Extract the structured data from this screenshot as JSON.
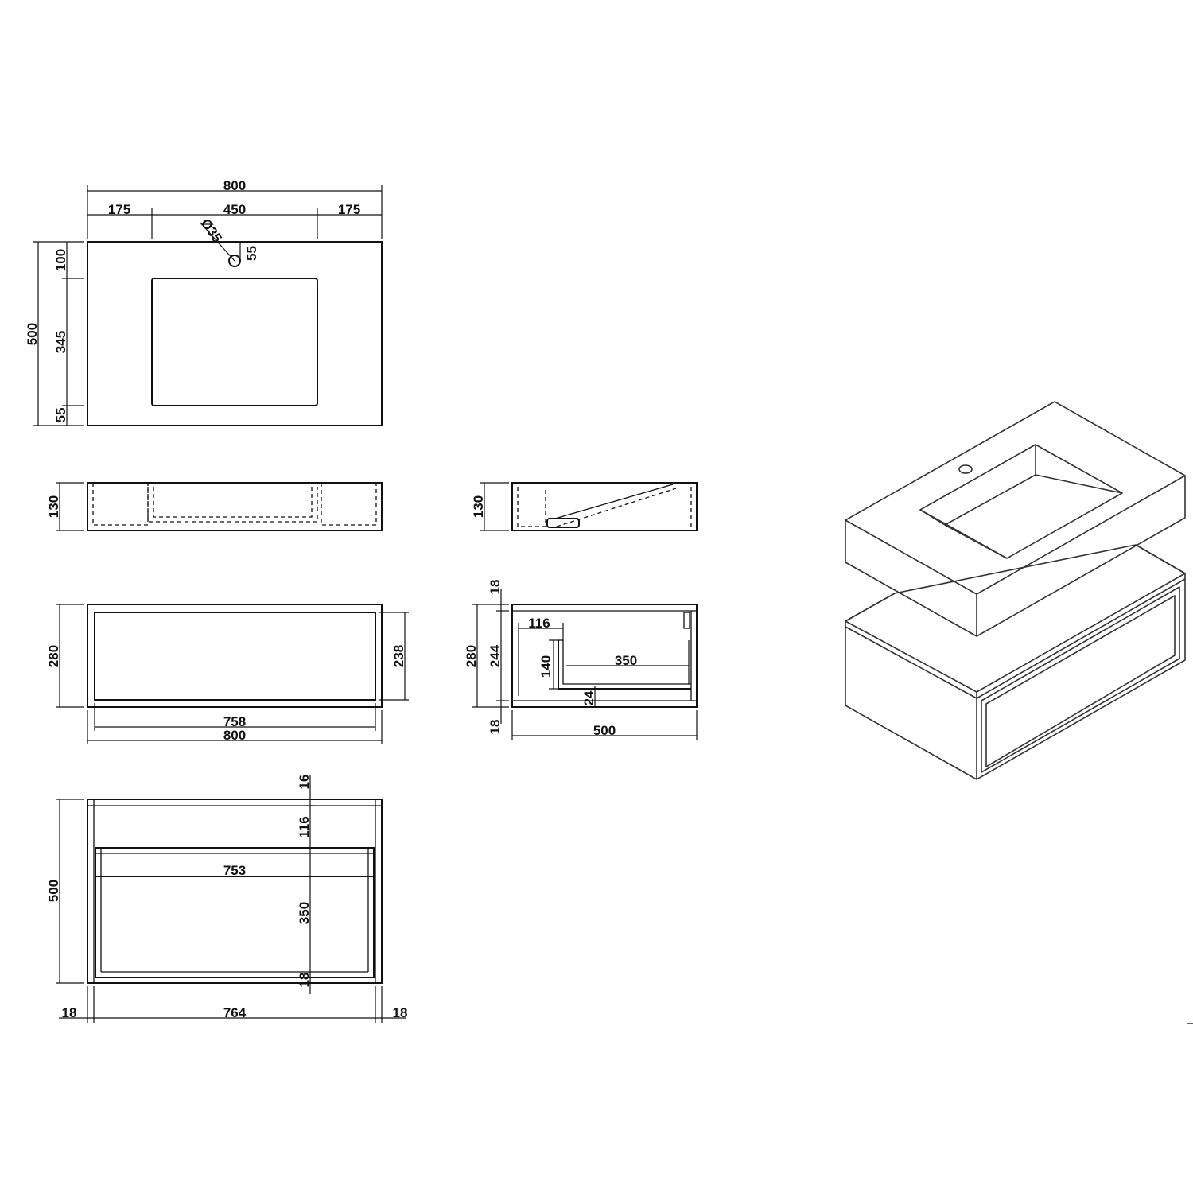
{
  "top_view": {
    "width_total": "800",
    "width_left": "175",
    "width_basin": "450",
    "width_right": "175",
    "hole_diameter": "Ø35",
    "hole_offset": "55",
    "depth_total": "500",
    "depth_back": "100",
    "depth_basin": "345",
    "depth_front": "55"
  },
  "basin_front_section": {
    "height": "130"
  },
  "basin_side_section": {
    "height": "130"
  },
  "cabinet_front": {
    "height": "280",
    "inner_height": "238",
    "inner_width": "758",
    "width": "800"
  },
  "cabinet_side": {
    "top_panel": "18",
    "height": "280",
    "inner_height": "244",
    "bottom_panel": "18",
    "drawer_offset": "116",
    "drawer_height": "140",
    "drawer_depth": "350",
    "drawer_bottom": "24",
    "depth": "500"
  },
  "cabinet_plan": {
    "back_panel": "16",
    "drawer_back_gap": "116",
    "drawer_width": "753",
    "drawer_depth": "350",
    "front_panel": "18",
    "depth": "500",
    "side_left": "18",
    "inner_width": "764",
    "side_right": "18"
  }
}
